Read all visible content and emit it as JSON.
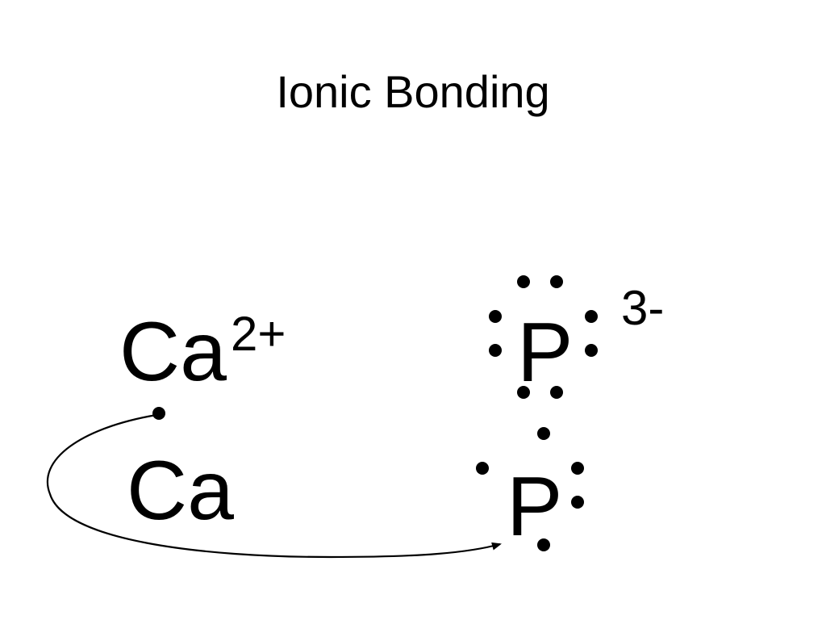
{
  "slide": {
    "title": "Ionic Bonding"
  },
  "ions": {
    "calcium_symbol": "Ca",
    "calcium_charge": "2+",
    "phosphide_symbol": "P",
    "phosphide_charge": "3-"
  },
  "atoms": {
    "calcium_symbol": "Ca",
    "phosphorus_symbol": "P"
  },
  "electron_counts": {
    "calcium_atom_valence": 1,
    "phosphorus_atom_valence": 5,
    "phosphide_ion_valence": 8
  }
}
